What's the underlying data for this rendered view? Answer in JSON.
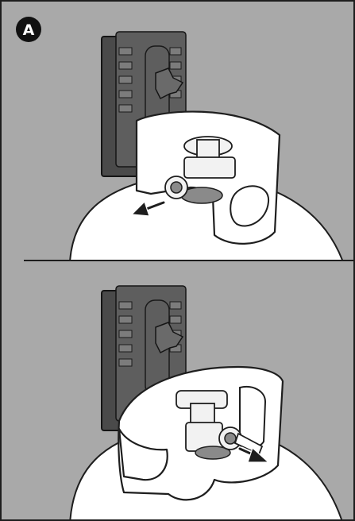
{
  "badge": {
    "label": "A"
  },
  "panels": [
    {
      "step": "remove-hose",
      "arrow_direction": "left"
    },
    {
      "step": "attach-hose",
      "arrow_direction": "right"
    }
  ],
  "colors": {
    "background": "#a9a9a9",
    "frame": "#1e1e1e",
    "tank": "#ffffff",
    "holder": "#4a4a4a",
    "badge": "#111111"
  },
  "icons": {
    "badge": "letter-a-badge",
    "move_arrow": "arrow-icon",
    "cylinder": "propane-tank-icon"
  }
}
